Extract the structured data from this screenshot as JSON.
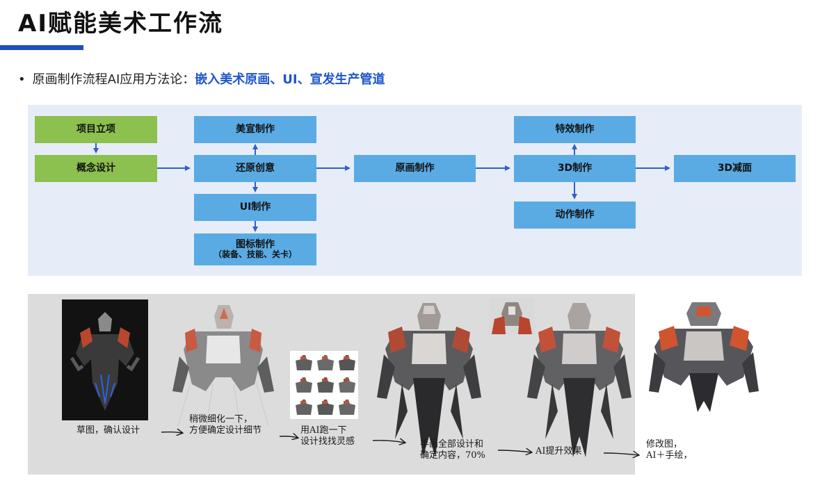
{
  "title": "AI赋能美术工作流",
  "bullet": {
    "marker": "•",
    "prefix": "原画制作流程AI应用方法论：",
    "highlight": "嵌入美术原画、UI、宣发生产管道"
  },
  "colors": {
    "accent": "#1d4fc4",
    "highlight_text": "#1d55c9",
    "green_node": "#8cc04f",
    "blue_node": "#5aabe4",
    "flow_bg": "#e6edf8",
    "gallery_bg": "#dcdcdc",
    "arrow": "#2f5fcf"
  },
  "flow": {
    "nodes": {
      "project": "项目立项",
      "concept": "概念设计",
      "promo": "美宣制作",
      "restore": "还原创意",
      "ui": "UI制作",
      "icon": "图标制作",
      "icon_sub": "（装备、技能、关卡）",
      "illustration": "原画制作",
      "vfx": "特效制作",
      "make3d": "3D制作",
      "anim": "动作制作",
      "reduce3d": "3D减面"
    }
  },
  "gallery": {
    "notes": {
      "n1": "草图，确认设计",
      "n2a": "稍微细化一下，",
      "n2b": "方便确定设计细节",
      "n3a": "用AI跑一下",
      "n3b": "设计找找灵感",
      "n4a": "手画全部设计和",
      "n4b": "确定内容，70%",
      "n5": "AI提升效果",
      "n6a": "修改图，",
      "n6b": "AI＋手绘，"
    }
  }
}
